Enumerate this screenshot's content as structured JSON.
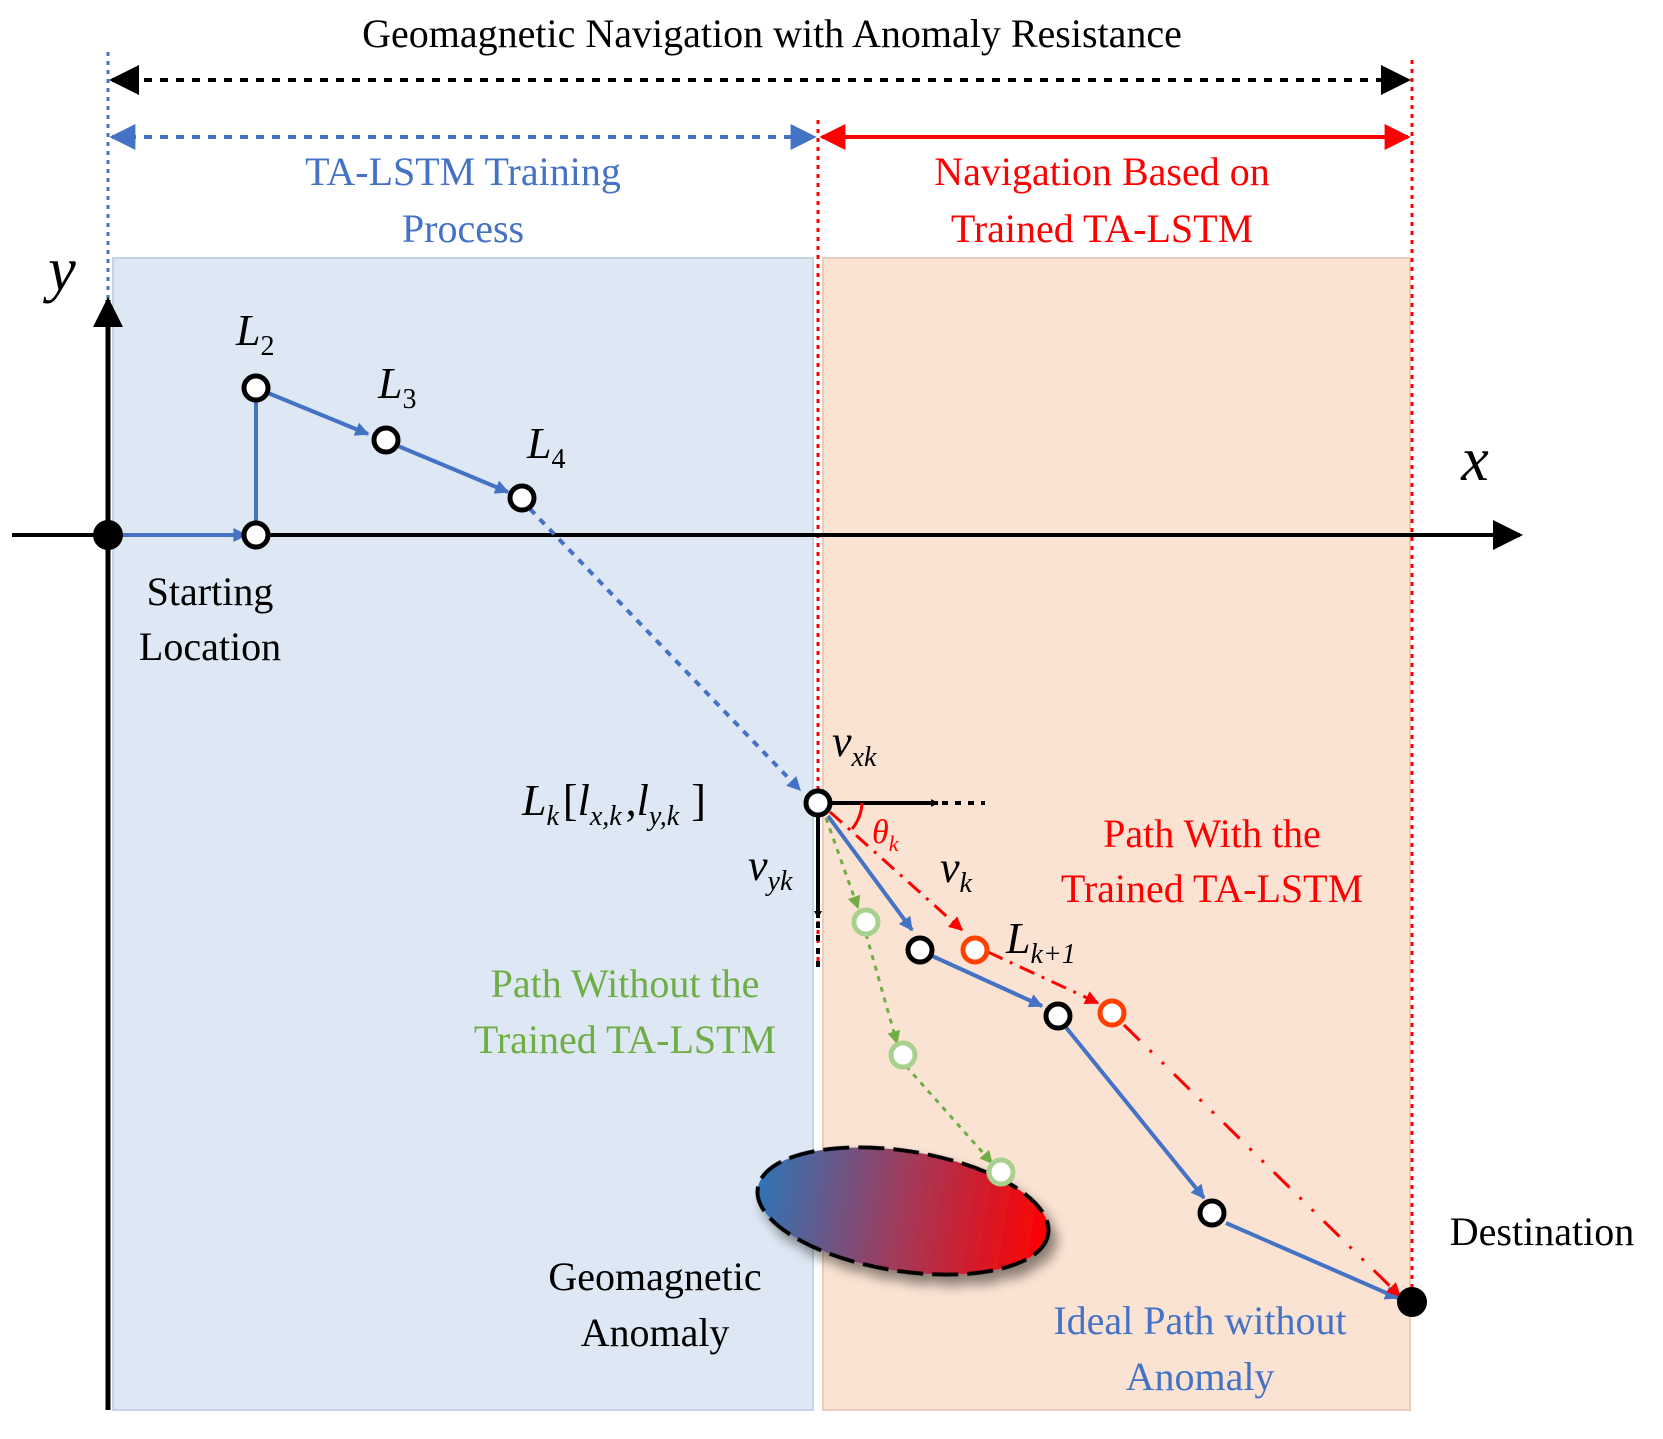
{
  "title": "Geomagnetic Navigation with Anomaly Resistance",
  "phases": {
    "training": {
      "line1": "TA-LSTM Training",
      "line2": "Process",
      "color": "#4472c4",
      "fill": "#dde8f4"
    },
    "navigation": {
      "line1": "Navigation Based on",
      "line2": "Trained TA-LSTM",
      "color": "#ff0000",
      "fill": "#fbe3d3"
    }
  },
  "axes": {
    "x": "x",
    "y": "y"
  },
  "points": {
    "L2": {
      "base": "L",
      "sub": "2"
    },
    "L3": {
      "base": "L",
      "sub": "3"
    },
    "L4": {
      "base": "L",
      "sub": "4"
    },
    "Lk": {
      "text": "L",
      "sub": "k",
      "bracket_open": "[",
      "lx": "l",
      "lx_sub": "x,k",
      "comma": ",",
      "ly": "l",
      "ly_sub": "y,k",
      "bracket_close": "]"
    },
    "Lk1": {
      "base": "L",
      "sub": "k+1"
    }
  },
  "vectors": {
    "vxk": {
      "base": "v",
      "sub": "xk"
    },
    "vyk": {
      "base": "v",
      "sub": "yk"
    },
    "vk": {
      "base": "v",
      "sub": "k"
    },
    "theta": {
      "base": "θ",
      "sub": "k"
    }
  },
  "labels": {
    "start_line1": "Starting",
    "start_line2": "Location",
    "destination": "Destination",
    "path_with_line1": "Path With the",
    "path_with_line2": "Trained TA-LSTM",
    "path_without_line1": "Path Without the",
    "path_without_line2": "Trained TA-LSTM",
    "ideal_line1": "Ideal Path without",
    "ideal_line2": "Anomaly",
    "anomaly_line1": "Geomagnetic",
    "anomaly_line2": "Anomaly"
  },
  "colors": {
    "blue": "#4472c4",
    "red": "#ff0000",
    "green": "#70ad47",
    "light_green": "#a9d18e",
    "orange_red": "#ff4000",
    "black": "#000000"
  }
}
